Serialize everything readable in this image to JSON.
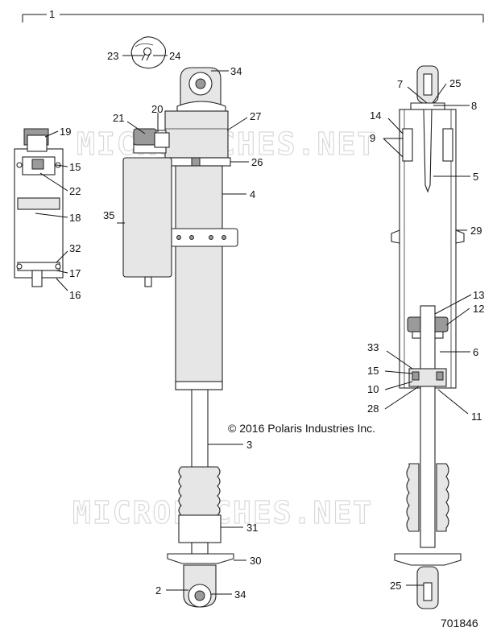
{
  "copyright": "© 2016 Polaris Industries Inc.",
  "figure_number": "701846",
  "watermark": "MICROFICHES.NET",
  "callouts": {
    "c1": "1",
    "c23": "23",
    "c24": "24",
    "c34a": "34",
    "c34b": "34",
    "c21": "21",
    "c20": "20",
    "c27": "27",
    "c26": "26",
    "c4": "4",
    "c35": "35",
    "c19": "19",
    "c15a": "15",
    "c22": "22",
    "c18": "18",
    "c32": "32",
    "c17": "17",
    "c16": "16",
    "c7": "7",
    "c25a": "25",
    "c8": "8",
    "c14": "14",
    "c9": "9",
    "c5": "5",
    "c29": "29",
    "c13": "13",
    "c12": "12",
    "c33": "33",
    "c6": "6",
    "c15b": "15",
    "c10": "10",
    "c28": "28",
    "c11": "11",
    "c3": "3",
    "c31": "31",
    "c30": "30",
    "c2": "2",
    "c25b": "25"
  }
}
